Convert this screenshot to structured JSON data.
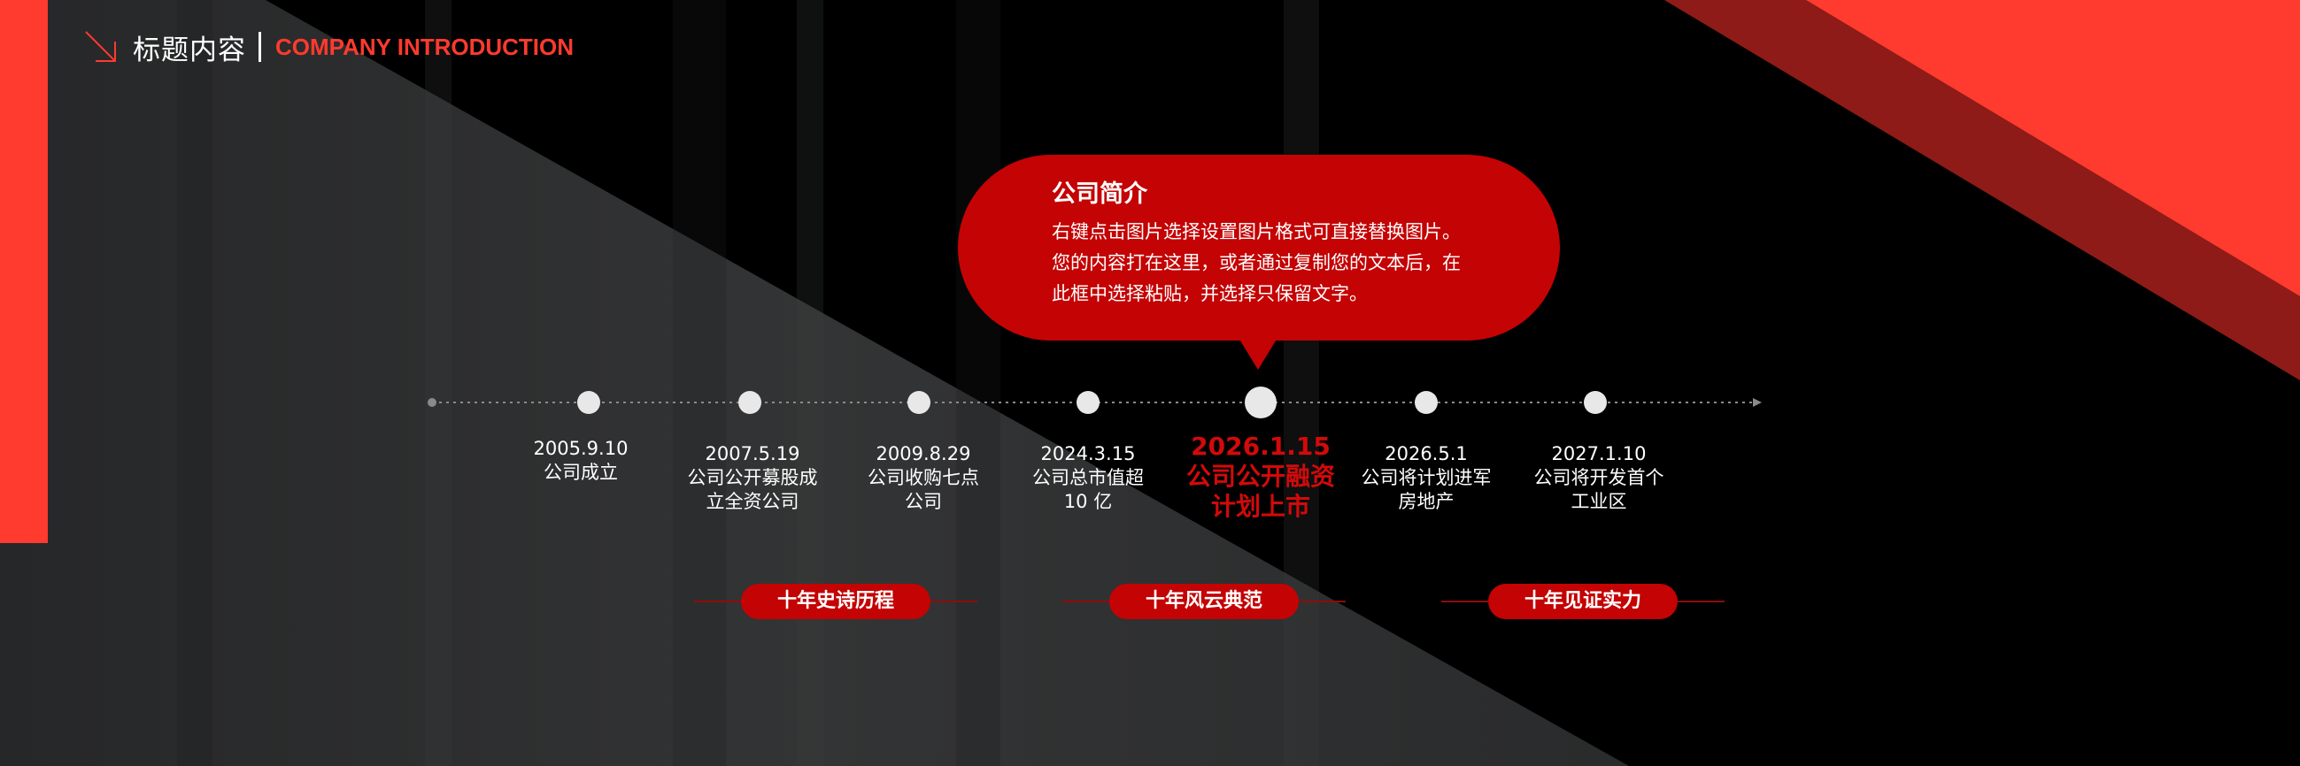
{
  "header": {
    "title": "标题内容",
    "subtitle": "COMPANY INTRODUCTION",
    "icon": "arrow-down-right-icon"
  },
  "intro": {
    "title": "公司简介",
    "lines": [
      "右键点击图片选择设置图片格式可直接替换图片。",
      "您的内容打在这里，或者通过复制您的文本后，在",
      "此框中选择粘贴，并选择只保留文字。"
    ]
  },
  "timeline": {
    "events": [
      {
        "date": "2005.9.10",
        "text_lines": [
          "公司成立"
        ]
      },
      {
        "date": "2007.5.19",
        "text_lines": [
          "公司公开募股成",
          "立全资公司"
        ]
      },
      {
        "date": "2009.8.29",
        "text_lines": [
          "公司收购七点",
          "公司"
        ]
      },
      {
        "date": "2024.3.15",
        "text_lines": [
          "公司总市值超",
          "10 亿"
        ]
      },
      {
        "date": "2026.1.15",
        "text_lines": [
          "公司公开融资",
          "计划上市"
        ],
        "highlight": true
      },
      {
        "date": "2026.5.1",
        "text_lines": [
          "公司将计划进军",
          "房地产"
        ]
      },
      {
        "date": "2027.1.10",
        "text_lines": [
          "公司将开发首个",
          "工业区"
        ]
      }
    ]
  },
  "eras": [
    "十年史诗历程",
    "十年风云典范",
    "十年见证实力"
  ],
  "colors": {
    "accent": "#ff3a2e",
    "deep_red": "#c40304",
    "background": "#000000",
    "gray_panel": "#2e2f30"
  }
}
